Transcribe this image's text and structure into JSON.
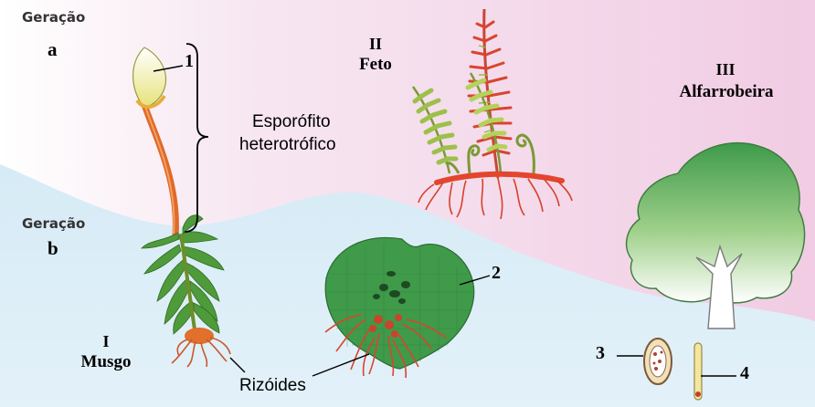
{
  "generations": {
    "a": {
      "title": "Geração",
      "letter": "a"
    },
    "b": {
      "title": "Geração",
      "letter": "b"
    }
  },
  "plants": {
    "moss": {
      "numeral": "I",
      "name": "Musgo"
    },
    "fern": {
      "numeral": "II",
      "name": "Feto"
    },
    "carob": {
      "numeral": "III",
      "name": "Alfarrobeira"
    }
  },
  "labels": {
    "n1": "1",
    "n2": "2",
    "n3": "3",
    "n4": "4",
    "sporophyte_line1": "Esporófito",
    "sporophyte_line2": "heterotrófico",
    "rhizoids": "Rizóides"
  },
  "colors": {
    "generation_a_bg": "#f4d6ea",
    "generation_b_bg": "#cfe5f3",
    "plant_green": "#4f9a3a",
    "stem_orange": "#e0702c",
    "root_red": "#d8402a"
  }
}
